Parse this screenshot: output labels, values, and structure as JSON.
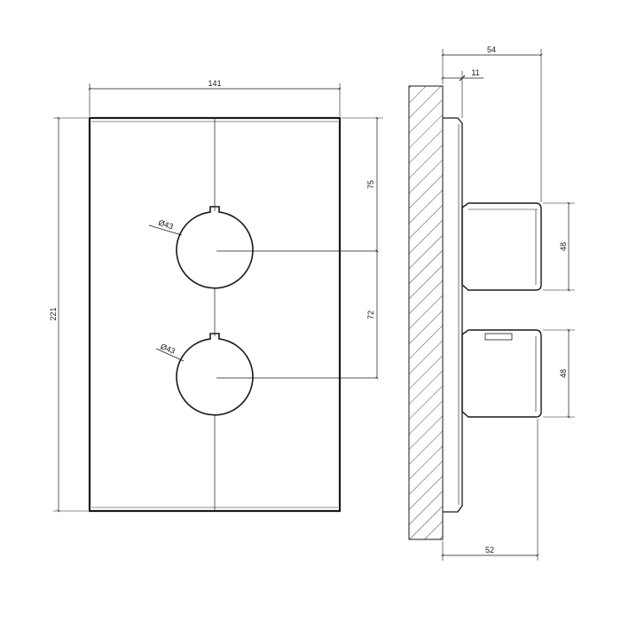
{
  "front_view": {
    "width": "141",
    "height": "221",
    "upper_spacing": "75",
    "knob_spacing": "72",
    "knob_upper_diameter": "Ø43",
    "knob_lower_diameter": "Ø43"
  },
  "side_view": {
    "total_depth": "54",
    "plate_depth": "11",
    "handle_upper_height": "48",
    "handle_lower_height": "48",
    "base_depth": "52"
  },
  "colors": {
    "line": "#1a1a1a",
    "background": "#ffffff"
  }
}
